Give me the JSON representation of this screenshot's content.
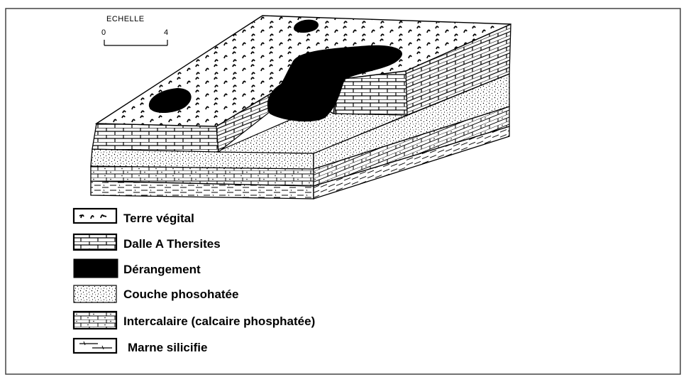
{
  "scale": {
    "title": "ECHELLE",
    "left_tick": "0",
    "right_tick": "4"
  },
  "legend": [
    {
      "label": "Terre végital",
      "pattern": "vegetal-soil"
    },
    {
      "label": "Dalle A Thersites",
      "pattern": "limestone-slab"
    },
    {
      "label": "Dérangement",
      "pattern": "solid-black"
    },
    {
      "label": "Couche phosohatée",
      "pattern": "dotted"
    },
    {
      "label": "Intercalaire (calcaire phosphatée)",
      "pattern": "brick-dotted"
    },
    {
      "label": "Marne silicifie",
      "pattern": "marl-dashes"
    }
  ],
  "colors": {
    "ink": "#000000",
    "paper": "#ffffff",
    "frame": "#444444"
  }
}
